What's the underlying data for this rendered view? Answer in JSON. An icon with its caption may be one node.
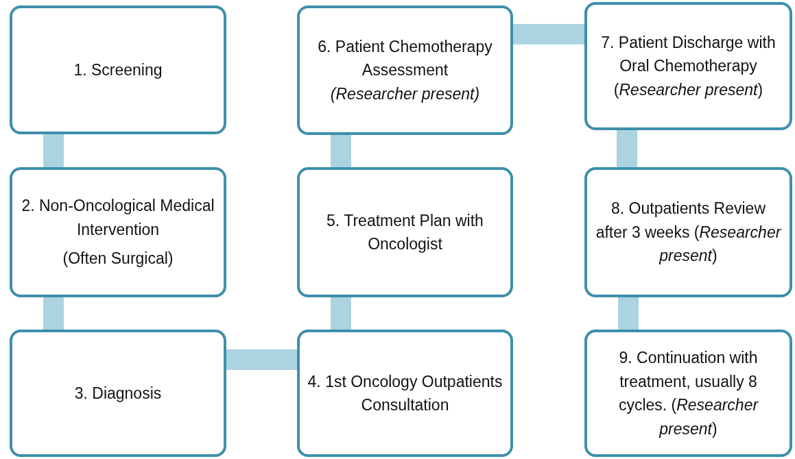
{
  "diagram": {
    "nodes": [
      {
        "text": [
          "1. Screening"
        ]
      },
      {
        "text": [
          "2. Non-Oncological Medical Intervention",
          "(Often Surgical)"
        ]
      },
      {
        "text": [
          "3. Diagnosis"
        ]
      },
      {
        "text": [
          "4. 1st Oncology Outpatients Consultation"
        ]
      },
      {
        "text": [
          "5. Treatment Plan with Oncologist"
        ]
      },
      {
        "text": [
          "6. Patient Chemotherapy Assessment",
          "*(Researcher present)*"
        ]
      },
      {
        "text": [
          "7. Patient Discharge with Oral Chemotherapy",
          "(*Researcher present*)"
        ]
      },
      {
        "text": [
          "8. Outpatients Review after 3 weeks (*Researcher present*)"
        ]
      },
      {
        "text": [
          "9. Continuation with treatment, usually 8 cycles. (*Researcher present*)"
        ]
      }
    ],
    "edges": [
      {
        "from": 0,
        "to": 1,
        "arrow": "none"
      },
      {
        "from": 1,
        "to": 2,
        "arrow": "none"
      },
      {
        "from": 2,
        "to": 3,
        "arrow": "none"
      },
      {
        "from": 3,
        "to": 4,
        "arrow": "none"
      },
      {
        "from": 4,
        "to": 5,
        "arrow": "none"
      },
      {
        "from": 5,
        "to": 6,
        "arrow": "none"
      },
      {
        "from": 6,
        "to": 7,
        "arrow": "none"
      },
      {
        "from": 7,
        "to": 8,
        "arrow": "none"
      }
    ]
  }
}
